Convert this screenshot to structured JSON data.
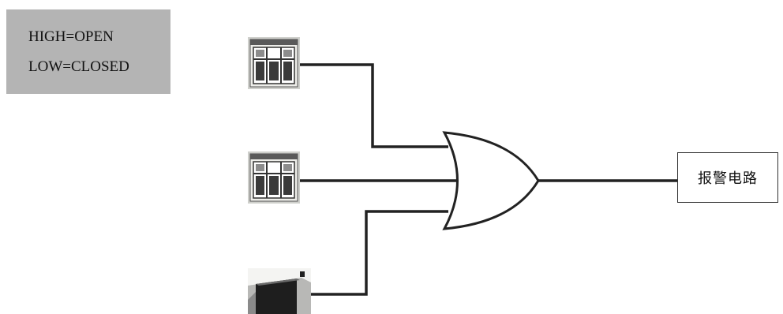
{
  "legend": {
    "high_line": "HIGH=OPEN",
    "low_line": "LOW=CLOSED"
  },
  "inputs": [
    {
      "icon": "window-icon"
    },
    {
      "icon": "window-icon"
    },
    {
      "icon": "door-icon"
    }
  ],
  "gate": {
    "type": "or-gate-icon"
  },
  "output": {
    "label": "报警电路"
  },
  "colors": {
    "legend_bg": "#b4b4b4",
    "wire": "#222222"
  }
}
